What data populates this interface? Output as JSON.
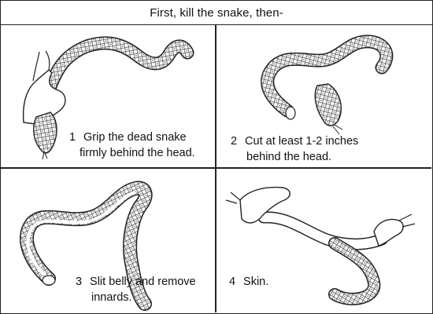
{
  "title": "First, kill the snake, then-",
  "steps": [
    {
      "number": "1",
      "line1": "Grip the dead snake",
      "line2": "firmly behind the head."
    },
    {
      "number": "2",
      "line1": "Cut at least 1-2 inches",
      "line2": "behind the head."
    },
    {
      "number": "3",
      "line1": "Slit belly and remove",
      "line2": "innards."
    },
    {
      "number": "4",
      "line1": "Skin.",
      "line2": ""
    }
  ],
  "colors": {
    "ink": "#222222",
    "background": "#ffffff",
    "scale_shade": "#6b6b6b"
  }
}
